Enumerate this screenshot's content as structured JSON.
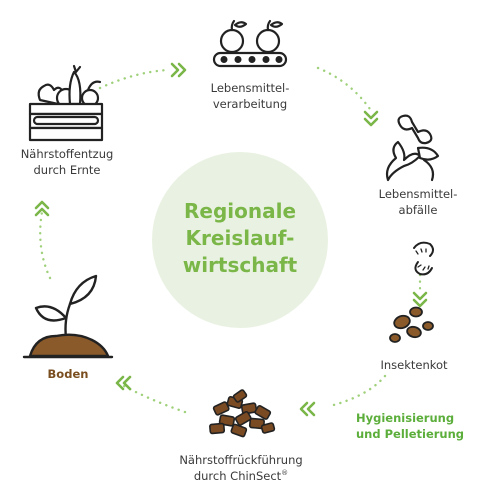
{
  "center": {
    "line1": "Regionale",
    "line2": "Kreislauf-",
    "line3": "wirtschaft"
  },
  "nodes": {
    "processing": {
      "line1": "Lebensmittel-",
      "line2": "verarbeitung",
      "icon": "fruit-conveyor-icon"
    },
    "waste": {
      "line1": "Lebensmittel-",
      "line2": "abfälle",
      "icon": "food-waste-icon"
    },
    "larvae": {
      "icon": "larvae-icon"
    },
    "frass": {
      "line1": "Insektenkot",
      "icon": "insect-frass-icon"
    },
    "hygiene": {
      "line1": "Hygienisierung",
      "line2": "und Pelletierung"
    },
    "recycling": {
      "line1": "Nährstoffrückführung",
      "line2": "durch ChinSect",
      "mark": "®",
      "icon": "pellets-icon"
    },
    "soil": {
      "line1": "Boden",
      "icon": "seedling-soil-icon"
    },
    "harvest": {
      "line1": "Nährstoffentzug",
      "line2": "durch Ernte",
      "icon": "harvest-crate-icon"
    }
  },
  "colors": {
    "green": "#7ab648",
    "light_green": "#e9f2e2",
    "soil": "#7a4e1f",
    "ink": "#222222"
  }
}
